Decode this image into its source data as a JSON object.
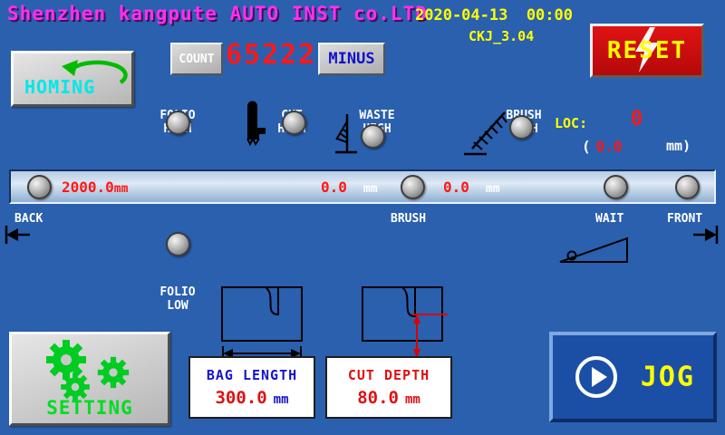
{
  "colors": {
    "background": "#2a60ae",
    "title_magenta": "#ff2ff2",
    "accent_yellow": "#ffff00",
    "value_red": "#ff1818",
    "homing_cyan": "#00e8e8",
    "setting_green": "#00dd22",
    "minus_blue": "#1212cc",
    "reset_bg": "#c40e0e",
    "jog_bg": "#1b4fa6"
  },
  "header": {
    "company": "Shenzhen kangpute AUTO INST co.LTD",
    "datetime": "2020-04-13  00:00",
    "version": "CKJ_3.04"
  },
  "reset": {
    "label": "RESET"
  },
  "homing": {
    "label": "HOMING"
  },
  "counter": {
    "label": "COUNT",
    "value": "65222",
    "minus": "MINUS"
  },
  "sensors": {
    "folio_high": {
      "line1": "FOLIO",
      "line2": "HIGH"
    },
    "cut_high": {
      "line1": "CUT",
      "line2": "HIGH"
    },
    "waste_high": {
      "line1": "WASTE",
      "line2": "HIGH"
    },
    "brush_high": {
      "line1": "BRUSH",
      "line2": "HIGH"
    },
    "folio_low": {
      "line1": "FOLIO",
      "line2": "LOW"
    }
  },
  "loc": {
    "label": "LOC:",
    "value": "0",
    "sub_open": "(",
    "sub_value": "0.0",
    "sub_unit": "mm",
    "sub_close": ")"
  },
  "position_bar": {
    "pos1_value": "2000.0",
    "pos1_unit": "mm",
    "pos2_value": "0.0",
    "pos2_unit": "mm",
    "pos3_value": "0.0",
    "pos3_unit": "mm"
  },
  "zones": {
    "back": "BACK",
    "brush": "BRUSH",
    "wait": "WAIT",
    "front": "FRONT"
  },
  "bag_length": {
    "label": "BAG LENGTH",
    "value": "300.0",
    "unit": "mm"
  },
  "cut_depth": {
    "label": "CUT DEPTH",
    "value": "80.0",
    "unit": "mm"
  },
  "setting": {
    "label": "SETTING"
  },
  "jog": {
    "label": "JOG"
  }
}
